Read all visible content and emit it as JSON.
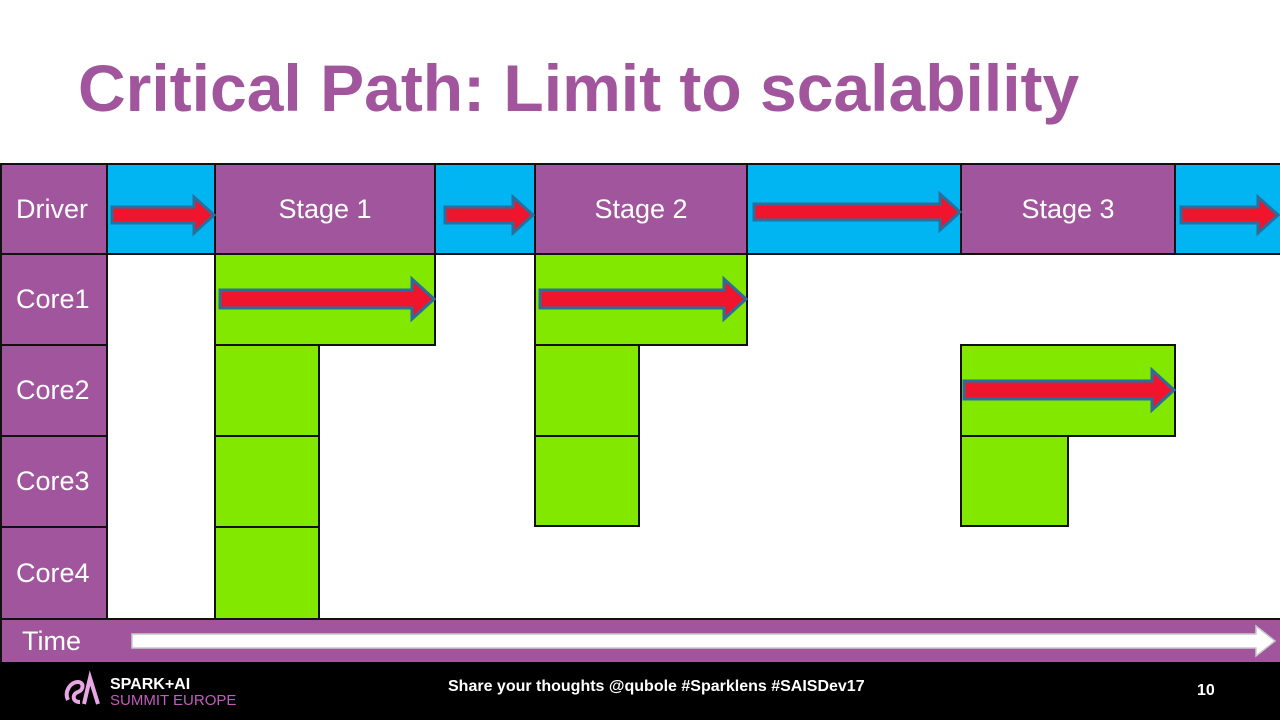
{
  "title": "Critical Path: Limit to scalability",
  "rows": {
    "driver": "Driver",
    "core1": "Core1",
    "core2": "Core2",
    "core3": "Core3",
    "core4": "Core4",
    "time": "Time"
  },
  "stages": [
    "Stage 1",
    "Stage 2",
    "Stage 3"
  ],
  "colors": {
    "accent": "#a0559c",
    "driver_gap": "#00b5f2",
    "task": "#82e800",
    "arrow": "#f0142d",
    "arrow_outline": "#2a6e9c"
  },
  "footer": {
    "logo_line1": "SPARK+AI",
    "logo_line2": "SUMMIT EUROPE",
    "text": "Share your thoughts @qubole #Sparklens #SAISDev17",
    "page_number": "10"
  }
}
